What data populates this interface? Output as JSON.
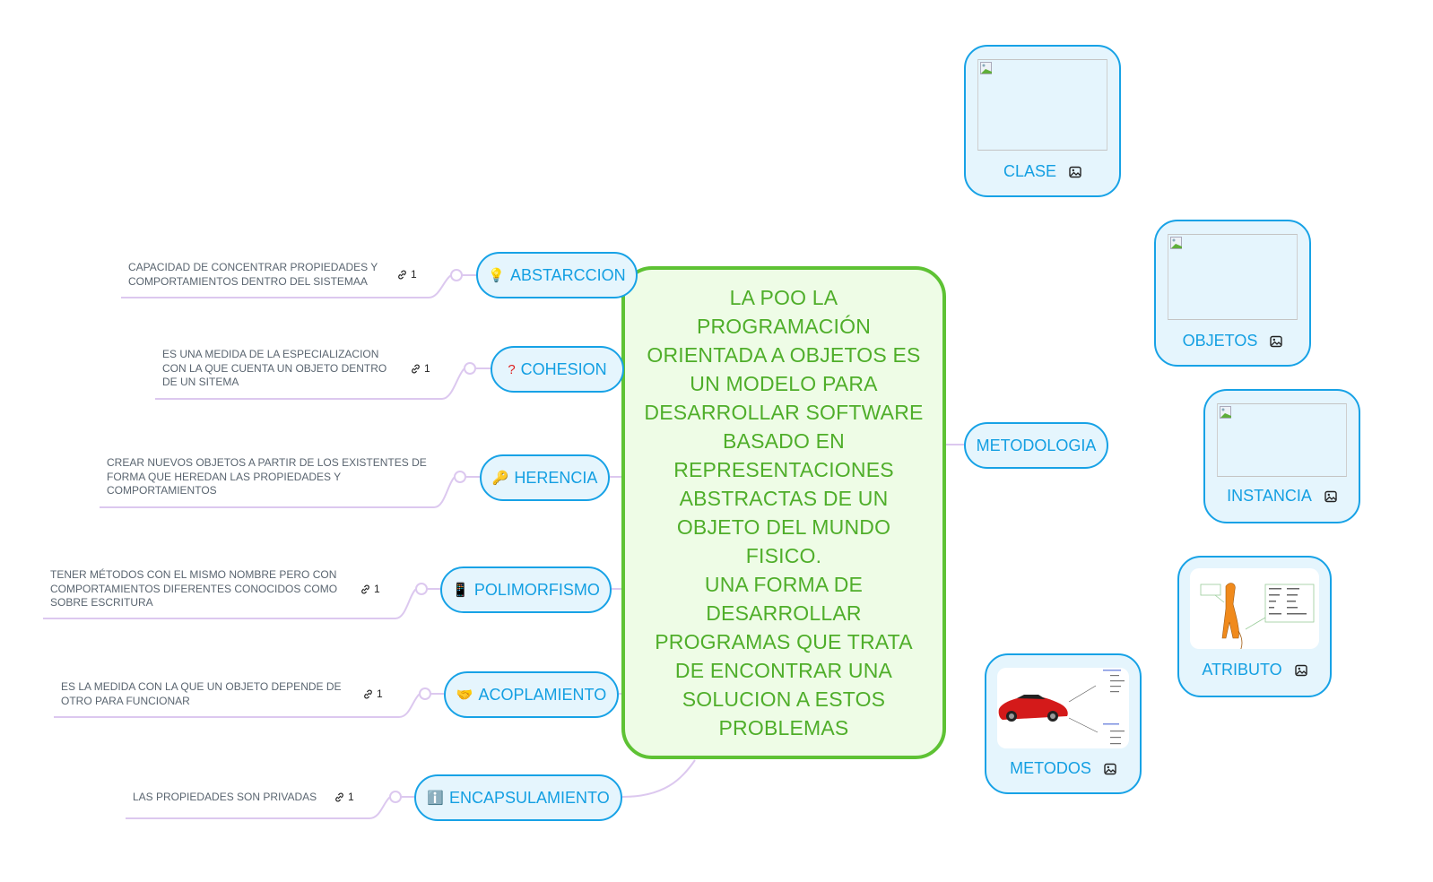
{
  "central": {
    "text": "LA POO LA\nPROGRAMACIÓN\nORIENTADA A OBJETOS ES\nUN MODELO PARA\nDESARROLLAR SOFTWARE\nBASADO EN\nREPRESENTACIONES\nABSTRACTAS DE UN\nOBJETO DEL MUNDO\nFISICO.\nUNA FORMA DE\nDESARROLLAR\nPROGRAMAS QUE TRATA\nDE ENCONTRAR UNA\nSOLUCION A ESTOS\nPROBLEMAS",
    "border_color": "#5ec234",
    "fill_color": "#eefce6"
  },
  "left_topics": [
    {
      "label": "ABSTARCCION",
      "icon": "lightbulb-icon",
      "emoji": "💡",
      "note": "CAPACIDAD DE CONCENTRAR PROPIEDADES Y\nCOMPORTAMIENTOS DENTRO  DEL SISTEMAA",
      "link_count": "1"
    },
    {
      "label": "COHESION",
      "icon": "question-mark-icon",
      "emoji": "❓",
      "note": "ES UNA MEDIDA DE LA ESPECIALIZACION\nCON LA QUE CUENTA UN OBJETO DENTRO\nDE UN SITEMA",
      "link_count": "1"
    },
    {
      "label": "HERENCIA",
      "icon": "key-icon",
      "emoji": "🔑",
      "note": "CREAR NUEVOS OBJETOS A PARTIR DE LOS EXISTENTES DE\nFORMA QUE HEREDAN LAS PROPIEDADES Y\nCOMPORTAMIENTOS",
      "link_count": null
    },
    {
      "label": "POLIMORFISMO",
      "icon": "mobile-phone-icon",
      "emoji": "📱",
      "note": "TENER MÉTODOS CON EL MISMO NOMBRE PERO CON\nCOMPORTAMIENTOS DIFERENTES CONOCIDOS COMO\nSOBRE ESCRITURA",
      "link_count": "1"
    },
    {
      "label": "ACOPLAMIENTO",
      "icon": "handshake-icon",
      "emoji": "🤝",
      "note": "ES LA MEDIDA CON LA QUE UN OBJETO DEPENDE DE\nOTRO PARA FUNCIONAR",
      "link_count": "1"
    },
    {
      "label": "ENCAPSULAMIENTO",
      "icon": "information-icon",
      "emoji": "ℹ️",
      "note": "LAS PROPIEDADES SON PRIVADAS",
      "link_count": "1"
    }
  ],
  "right_topics": {
    "metodologia": {
      "label": "METODOLOGIA"
    },
    "image_nodes": [
      {
        "label": "CLASE",
        "image": "broken-image"
      },
      {
        "label": "OBJETOS",
        "image": "broken-image"
      },
      {
        "label": "INSTANCIA",
        "image": "broken-image"
      },
      {
        "label": "ATRIBUTO",
        "image": "dog-diagram"
      },
      {
        "label": "METODOS",
        "image": "car-diagram"
      }
    ]
  },
  "colors": {
    "topic_border": "#17a2e6",
    "topic_fill": "#e5f5fd",
    "topic_text": "#139fe2",
    "connector": "#dcc8ef",
    "note_text": "#5a6570"
  }
}
